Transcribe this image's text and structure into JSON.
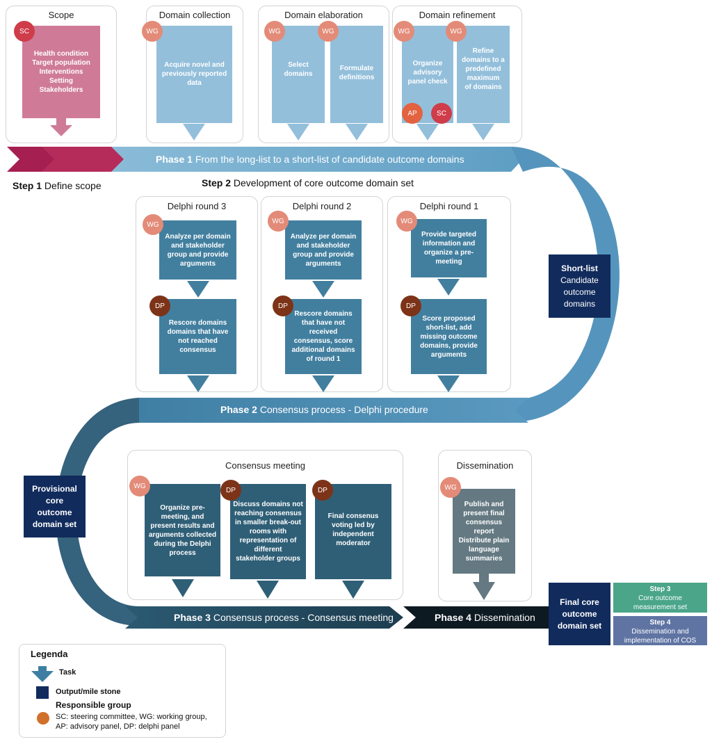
{
  "panels": {
    "scope": "Scope",
    "domain_collection": "Domain collection",
    "domain_elaboration": "Domain elaboration",
    "domain_refinement": "Domain refinement",
    "delphi3": "Delphi round 3",
    "delphi2": "Delphi round 2",
    "delphi1": "Delphi round 1",
    "consensus_meeting": "Consensus meeting",
    "dissemination": "Dissemination"
  },
  "badges": {
    "sc": "SC",
    "wg": "WG",
    "ap": "AP",
    "dp": "DP"
  },
  "tasks": {
    "scope": "Health condition\nTarget population\nInterventions\nSetting\nStakeholders",
    "collect": "Acquire novel and\npreviously reported\ndata",
    "select": "Select\ndomains",
    "formulate": "Formulate\ndefinitions",
    "organize_panel": "Organize\nadvisory\npanel check",
    "refine": "Refine\ndomains to a\npredefined\nmaximum\nof  domains",
    "d3_analyze": "Analyze per domain\nand stakeholder\ngroup and provide\narguments",
    "d3_rescore": "Rescore domains\ndomains that have\nnot reached\nconsensus",
    "d2_analyze": "Analyze per domain\nand stakeholder\ngroup and provide\narguments",
    "d2_rescore": "Rescore domains\nthat have not\nreceived\nconsensus,  score\nadditional domains\nof round 1",
    "d1_info": "Provide targeted\ninformation and\norganize a pre-\nmeeting",
    "d1_score": "Score proposed\nshort-list, add\nmissing outcome\ndomains, provide\narguments",
    "cm_organize": "Organize pre-\nmeeting, and\npresent results and\narguments collected\nduring the Delphi\nprocess",
    "cm_discuss": "Discuss domains not\nreaching consensus\nin smaller break-out\nrooms with\nrepresentation of\ndifferent\nstakeholder groups",
    "cm_final": "Final consenus\nvoting led by\nindependent\nmoderator",
    "dissem": "Publish and\npresent final\nconsensus\nreport\nDistribute plain\nlanguage\nsummaries"
  },
  "phases": {
    "p1_bold": "Phase 1",
    "p1_text": " From the long-list to a short-list of candidate outcome domains",
    "p2_bold": "Phase 2",
    "p2_text": " Consensus process - Delphi procedure",
    "p3_bold": "Phase 3",
    "p3_text": " Consensus process - Consensus meeting",
    "p4_bold": "Phase 4",
    "p4_text": " Dissemination"
  },
  "steps": {
    "s1_bold": "Step 1",
    "s1_text": " Define scope",
    "s2_bold": "Step 2",
    "s2_text": " Development of core outcome domain set"
  },
  "milestones": {
    "shortlist_bold": "Short-list",
    "shortlist_text": "Candidate\noutcome\ndomains",
    "provisional": "Provisional\ncore\noutcome\ndomain set",
    "final": "Final core\noutcome\ndomain set"
  },
  "mini_steps": {
    "s3_title": "Step 3",
    "s3_text": "Core outcome\nmeasurement set",
    "s4_title": "Step 4",
    "s4_text": "Dissemination and\nimplementation of COS"
  },
  "legend": {
    "title": "Legenda",
    "task": "Task",
    "output": "Output/mile stone",
    "responsible": "Responsible group",
    "abbrev": "SC: steering committee, WG: working group,\nAP: advisory panel, DP: delphi panel"
  },
  "colors": {
    "pink": "#cf7b98",
    "light_blue": "#93bfdb",
    "mid_blue": "#427f9f",
    "dark_blue": "#2f5f77",
    "navy": "#112b5c",
    "crimson": "#a51f50",
    "teal": "#4aa589",
    "slate": "#5f74a3"
  }
}
